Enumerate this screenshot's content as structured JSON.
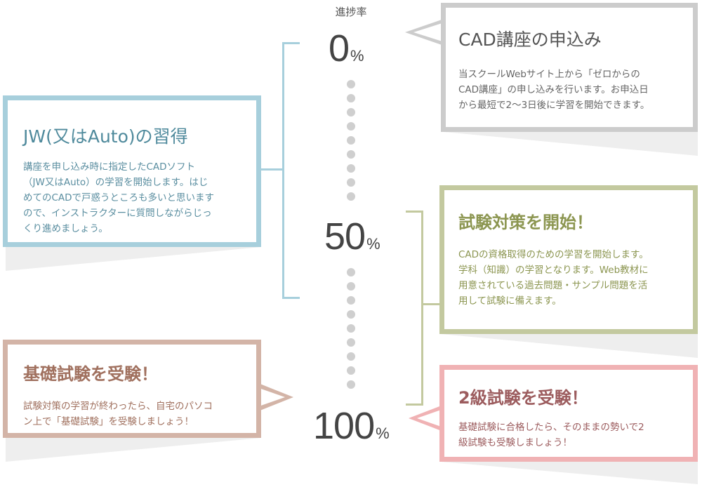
{
  "axis": {
    "label": "進捗率",
    "percent_symbol": "%",
    "stops": [
      "0",
      "50",
      "100"
    ]
  },
  "steps": [
    {
      "title": "CAD講座の申込み",
      "lines": [
        "当スクールWebサイト上から「ゼロからの",
        "CAD講座」の申し込みを行います。お申込日",
        "から最短で2〜3日後に学習を開始できます。"
      ],
      "color": "#cccccc",
      "title_color": "#555555",
      "text_color": "#666666"
    },
    {
      "title": "JW(又はAuto)の習得",
      "lines": [
        "講座を申し込み時に指定したCADソフト",
        "（JW又はAuto）の学習を開始します。はじ",
        "めてのCADで戸惑うところも多いと思います",
        "ので、インストラクターに質問しながらじっ",
        "くり進めましょう。"
      ],
      "color": "#a7cfdc",
      "title_color": "#4f8a9c",
      "text_color": "#5a8ea0"
    },
    {
      "title": "試験対策を開始！",
      "lines": [
        "CADの資格取得のための学習を開始します。",
        "学科（知識）の学習となります。Web教材に",
        "用意されている過去問題・サンプル問題を活",
        "用して試験に備えます。"
      ],
      "color": "#c3c99f",
      "title_color": "#8c9651",
      "text_color": "#8c9651"
    },
    {
      "title": "基礎試験を受験！",
      "lines": [
        "試験対策の学習が終わったら、自宅のパソコ",
        "ン上で「基礎試験」を受験しましょう！"
      ],
      "color": "#d3b4a7",
      "title_color": "#a0705e",
      "text_color": "#a0705e"
    },
    {
      "title": "2級試験を受験！",
      "lines": [
        "基礎試験に合格したら、そのままの勢いで2",
        "級試験も受験しましょう！"
      ],
      "color": "#f0b2b4",
      "title_color": "#9c5c5e",
      "text_color": "#9c5c5e"
    }
  ]
}
